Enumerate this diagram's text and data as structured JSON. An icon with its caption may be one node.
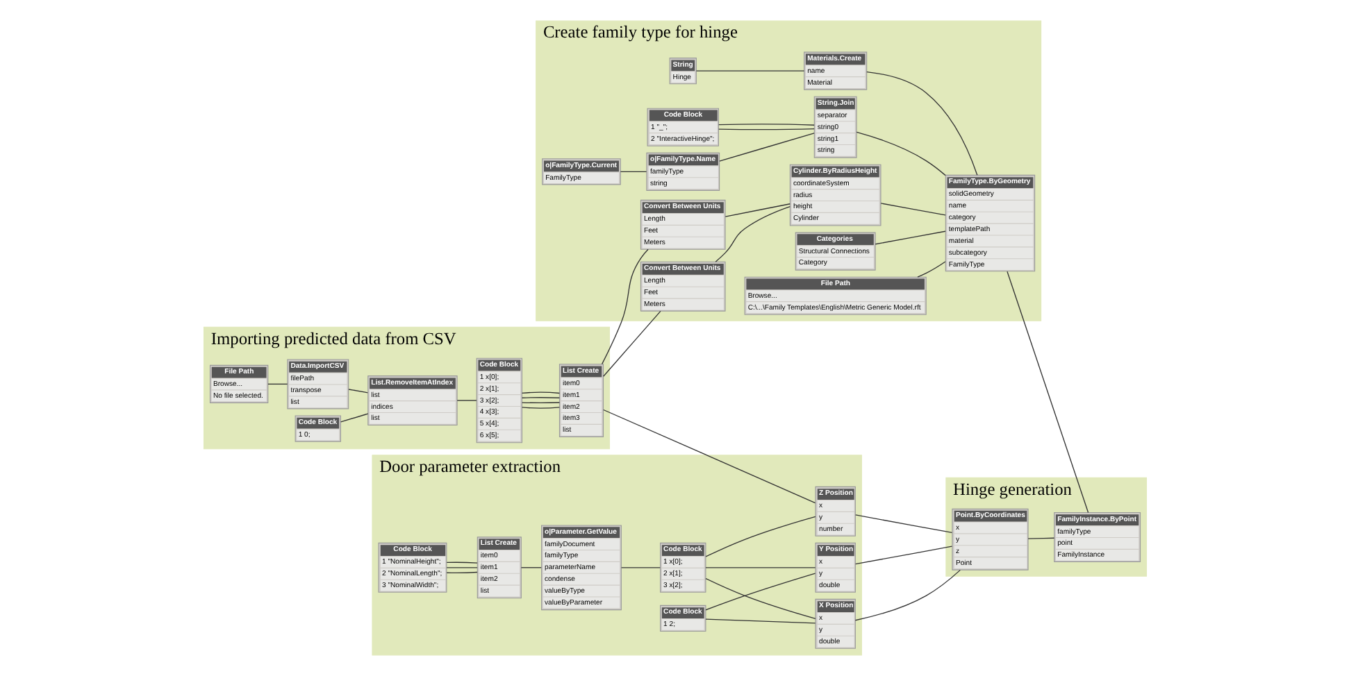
{
  "diagram": {
    "nodes": [
      {
        "text": [
          "Door parameter extraction"
        ]
      },
      {
        "text": [
          "Code Block",
          "1 \"NominalHeight\";",
          "2 \"NominalLength\";",
          "3 \"NominalWidth\";"
        ],
        "in": 0
      },
      {
        "text": [
          "List Create",
          "item0",
          "item1",
          "item2",
          "list"
        ],
        "in": 0
      },
      {
        "text": [
          "o|Parameter.GetValue",
          "familyDocument",
          "familyType",
          "parameterName",
          "condense",
          "valueByType",
          "valueByParameter"
        ],
        "in": 0
      },
      {
        "text": [
          "Code Block",
          "1 x[0];",
          "2 x[1];",
          "3 x[2];"
        ],
        "in": 0
      },
      {
        "text": [
          "Code Block",
          "1 2;"
        ],
        "in": 0
      },
      {
        "text": [
          "X Position",
          "x",
          "y",
          "double"
        ],
        "in": 0
      },
      {
        "text": [
          "Y Position",
          "x",
          "y",
          "double"
        ],
        "in": 0
      },
      {
        "text": [
          "Z Position",
          "x",
          "y",
          "number"
        ],
        "in": 0
      },
      {
        "text": [
          "Hinge generation"
        ]
      },
      {
        "text": [
          "Point.ByCoordinates",
          "x",
          "y",
          "z",
          "Point"
        ],
        "in": 9
      },
      {
        "text": [
          "FamilyInstance.ByPoint",
          "familyType",
          "point",
          "FamilyInstance"
        ],
        "in": 9
      },
      {
        "text": [
          "Importing predicted data from CSV"
        ]
      },
      {
        "text": [
          "File Path",
          "Browse...",
          "No file selected."
        ],
        "in": 12
      },
      {
        "text": [
          "Data.ImportCSV",
          "filePath",
          "transpose",
          "list"
        ],
        "in": 12
      },
      {
        "text": [
          "Code Block",
          "1 0;"
        ],
        "in": 12
      },
      {
        "text": [
          "List.RemoveItemAtIndex",
          "list",
          "indices",
          "list"
        ],
        "in": 12
      },
      {
        "text": [
          "Code Block",
          "1 x[0];",
          "2 x[1];",
          "3 x[2];",
          "4 x[3];",
          "5 x[4];",
          "6 x[5];"
        ],
        "in": 12
      },
      {
        "text": [
          "List Create",
          "item0",
          "item1",
          "item2",
          "item3",
          "list"
        ],
        "in": 12
      },
      {
        "text": [
          "Create family type for hinge"
        ]
      },
      {
        "text": [
          "Convert Between Units",
          "Length",
          "Feet",
          "Meters"
        ],
        "in": 19
      },
      {
        "text": [
          "Convert Between Units",
          "Length",
          "Feet",
          "Meters"
        ],
        "in": 19
      },
      {
        "text": [
          "Cylinder.ByRadiusHeight",
          "coordinateSystem",
          "radius",
          "height",
          "Cylinder"
        ],
        "in": 19
      },
      {
        "text": [
          "Code Block",
          "1 \"_\";",
          "2 \"InteractiveHinge\";"
        ],
        "in": 19
      },
      {
        "text": [
          "String.Join",
          "separator",
          "string0",
          "string1",
          "string"
        ],
        "in": 19
      },
      {
        "text": [
          "o|FamilyType.Current",
          "FamilyType"
        ],
        "in": 19
      },
      {
        "text": [
          "o|FamilyType.Name",
          "familyType",
          "string"
        ],
        "in": 19
      },
      {
        "text": [
          "Categories",
          "Structural Connections",
          "Category"
        ],
        "in": 19
      },
      {
        "text": [
          "File Path",
          "Browse...",
          "C:\\...\\Family Templates\\English\\Metric Generic Model.rft"
        ],
        "in": 19
      },
      {
        "text": [
          "String",
          "Hinge"
        ],
        "in": 19
      },
      {
        "text": [
          "Materials.Create",
          "name",
          "Material"
        ],
        "in": 19
      },
      {
        "text": [
          "FamilyType.ByGeometry",
          "solidGeometry",
          "name",
          "category",
          "templatePath",
          "material",
          "subcategory",
          "FamilyType"
        ],
        "in": 19
      }
    ],
    "edges": [
      {
        "from": 1,
        "to": 2,
        "arrow": "none"
      },
      {
        "from": 1,
        "to": 2,
        "arrow": "none"
      },
      {
        "from": 1,
        "to": 2,
        "arrow": "none"
      },
      {
        "from": 2,
        "to": 3,
        "arrow": "none"
      },
      {
        "from": 3,
        "to": 4,
        "arrow": "none"
      },
      {
        "from": 4,
        "to": 6,
        "arrow": "none"
      },
      {
        "from": 4,
        "to": 7,
        "arrow": "none"
      },
      {
        "from": 4,
        "to": 8,
        "arrow": "none"
      },
      {
        "from": 5,
        "to": 6,
        "arrow": "none"
      },
      {
        "from": 5,
        "to": 7,
        "arrow": "none"
      },
      {
        "from": 18,
        "to": 8,
        "arrow": "none"
      },
      {
        "from": 6,
        "to": 10,
        "arrow": "none"
      },
      {
        "from": 7,
        "to": 10,
        "arrow": "none"
      },
      {
        "from": 8,
        "to": 10,
        "arrow": "none"
      },
      {
        "from": 10,
        "to": 11,
        "arrow": "none"
      },
      {
        "from": 31,
        "to": 11,
        "arrow": "none"
      },
      {
        "from": 13,
        "to": 14,
        "arrow": "none"
      },
      {
        "from": 14,
        "to": 16,
        "arrow": "none"
      },
      {
        "from": 15,
        "to": 16,
        "arrow": "none"
      },
      {
        "from": 16,
        "to": 17,
        "arrow": "none"
      },
      {
        "from": 17,
        "to": 18,
        "arrow": "none"
      },
      {
        "from": 17,
        "to": 18,
        "arrow": "none"
      },
      {
        "from": 17,
        "to": 18,
        "arrow": "none"
      },
      {
        "from": 17,
        "to": 18,
        "arrow": "none"
      },
      {
        "from": 18,
        "to": 20,
        "arrow": "none"
      },
      {
        "from": 18,
        "to": 21,
        "arrow": "none"
      },
      {
        "from": 20,
        "to": 22,
        "arrow": "none"
      },
      {
        "from": 21,
        "to": 22,
        "arrow": "none"
      },
      {
        "from": 23,
        "to": 24,
        "arrow": "none"
      },
      {
        "from": 23,
        "to": 24,
        "arrow": "none"
      },
      {
        "from": 26,
        "to": 24,
        "arrow": "none"
      },
      {
        "from": 25,
        "to": 26,
        "arrow": "none"
      },
      {
        "from": 29,
        "to": 30,
        "arrow": "none"
      },
      {
        "from": 22,
        "to": 31,
        "arrow": "none"
      },
      {
        "from": 24,
        "to": 31,
        "arrow": "none"
      },
      {
        "from": 27,
        "to": 31,
        "arrow": "none"
      },
      {
        "from": 28,
        "to": 31,
        "arrow": "none"
      },
      {
        "from": 30,
        "to": 31,
        "arrow": "none"
      }
    ]
  }
}
